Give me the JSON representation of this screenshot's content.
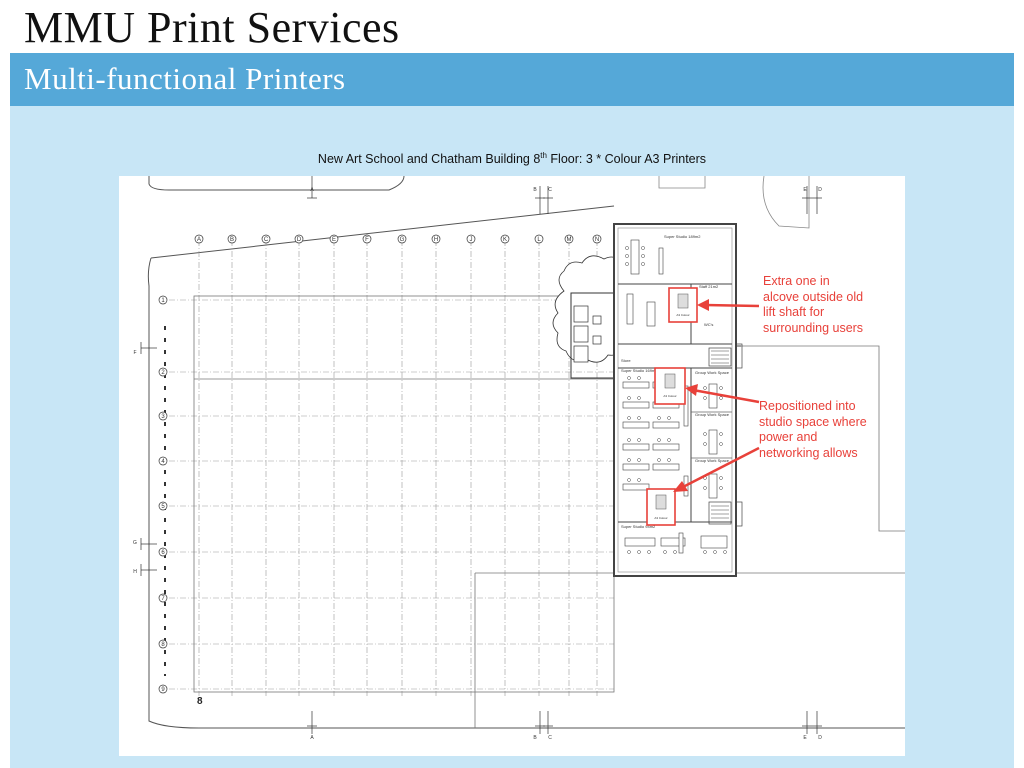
{
  "header": {
    "org_title": "MMU Print Services",
    "page_title": "Multi-functional Printers"
  },
  "caption": {
    "before_sup": "New Art School and Chatham Building 8",
    "sup": "th",
    "after_sup": " Floor: 3 * Colour A3 Printers"
  },
  "annotations": {
    "note_1": [
      "Extra one in",
      "alcove outside old",
      "lift shaft for",
      "surrounding users"
    ],
    "note_2": [
      "Repositioned into",
      "studio space where",
      "power and",
      "networking allows"
    ]
  },
  "floorplan": {
    "column_labels": [
      "A",
      "B",
      "C",
      "D",
      "E",
      "F",
      "G",
      "H",
      "J",
      "K",
      "L",
      "M",
      "N"
    ],
    "row_labels": [
      "1",
      "2",
      "3",
      "4",
      "5",
      "6",
      "7",
      "8",
      "9"
    ],
    "section_labels_top": [
      "A",
      "B",
      "C",
      "E",
      "D"
    ],
    "side_labels": [
      "F",
      "G",
      "H"
    ],
    "grid_number": "8",
    "room_labels": [
      "Super Studio 189m2",
      "Staff 21m2",
      "WC's",
      "Super Studio 169m2",
      "Group Work Space",
      "Group Work Space",
      "Group Work Space",
      "Super Studio 94m2",
      "Store"
    ],
    "printer_labels": [
      "A3 Colour",
      "A3 Colour",
      "A3 Colour"
    ]
  },
  "colors": {
    "title_bar": "#55a8d8",
    "content_bg": "#c8e6f6",
    "annotation_red": "#e8413a"
  }
}
